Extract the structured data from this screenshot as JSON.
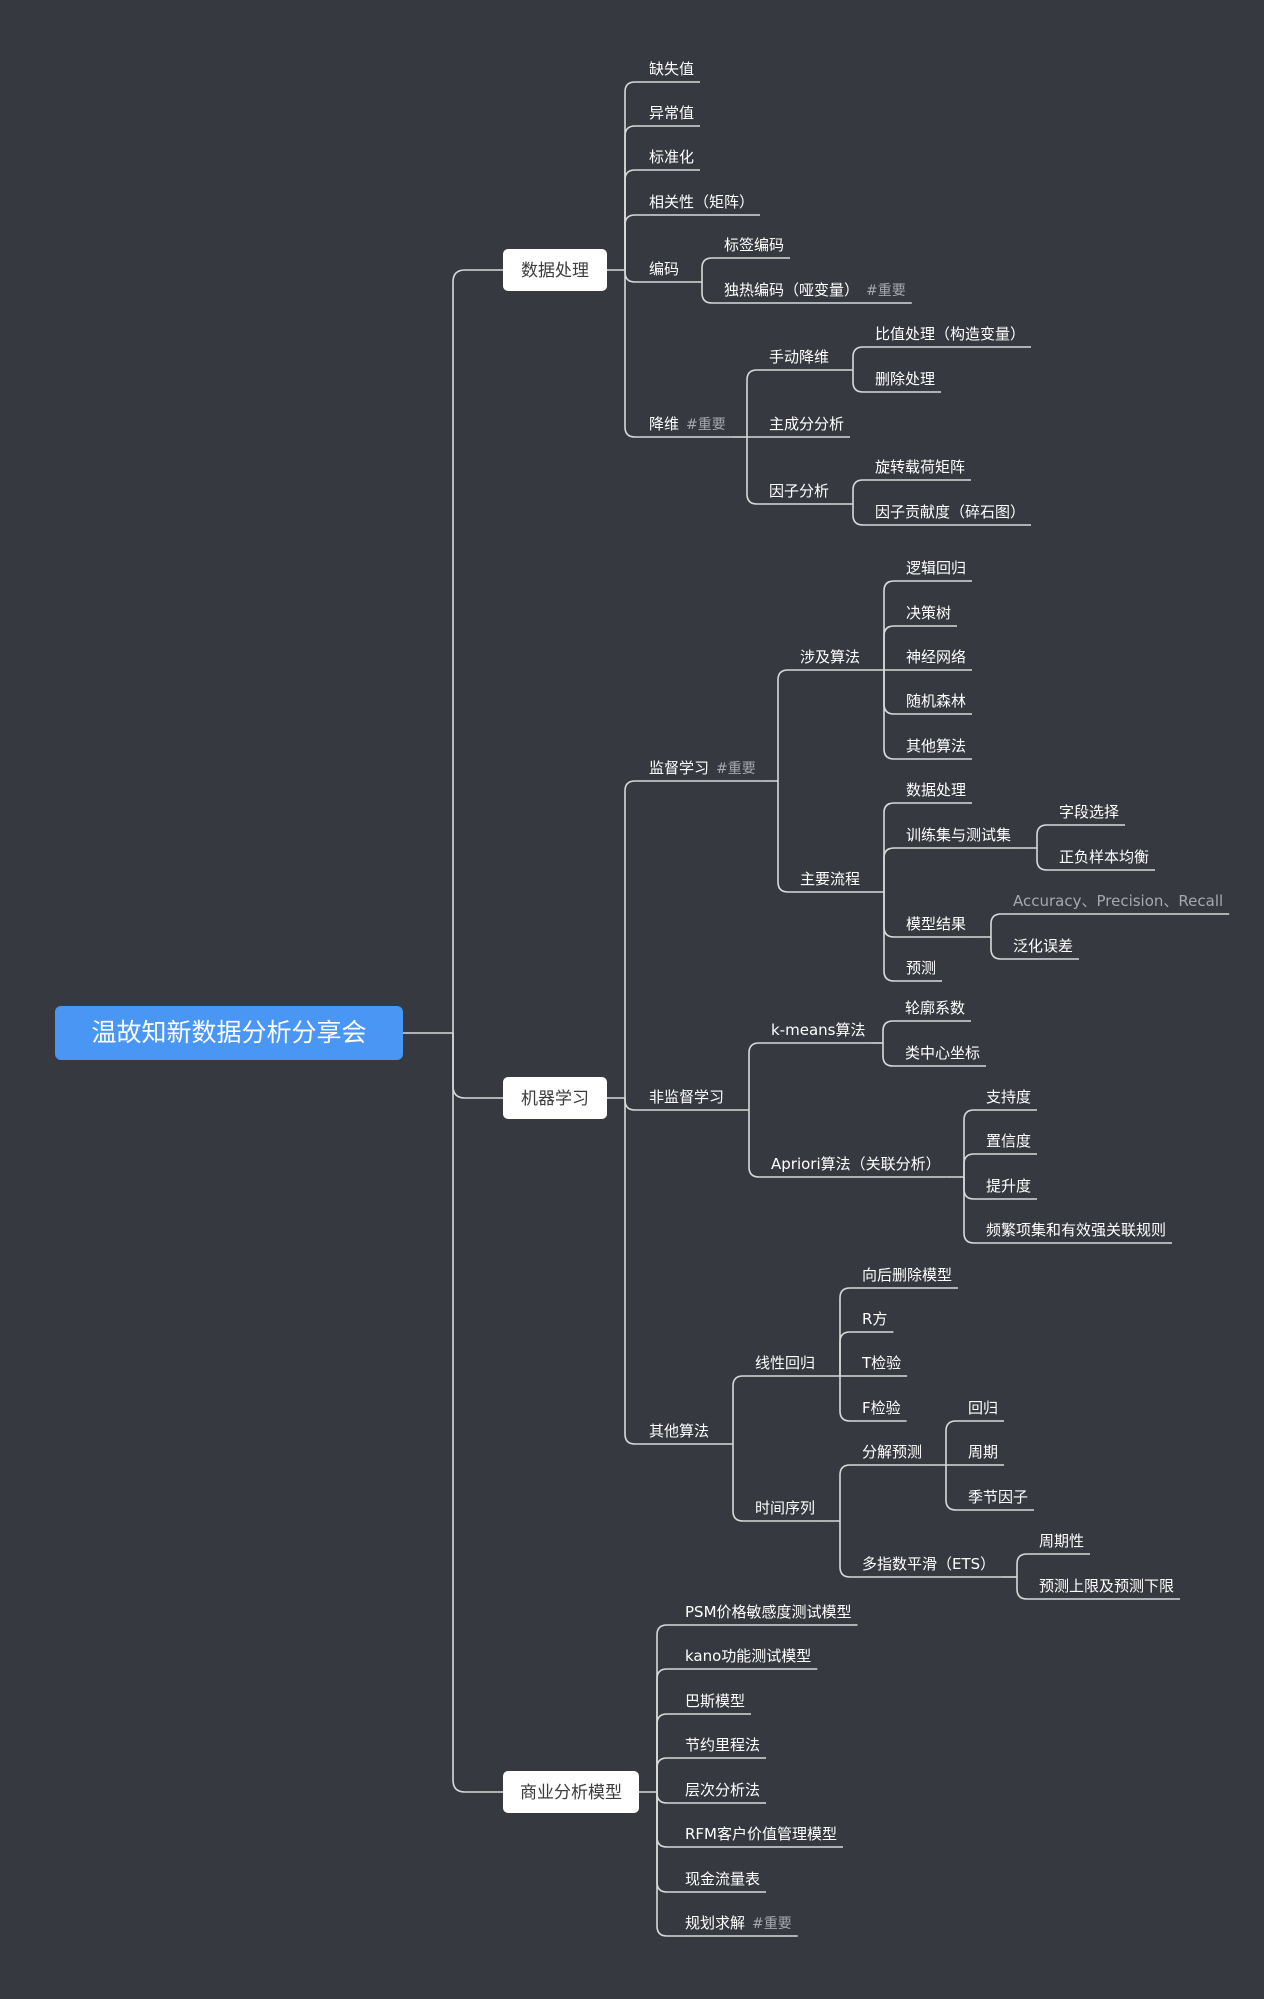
{
  "colors": {
    "background": "#36393f",
    "line": "#d9d9d9",
    "text": "#ffffff",
    "tag": "#a6a8ad",
    "root_fill": "#4a96f5",
    "box_fill": "#ffffff",
    "box_text": "#3c3c3c"
  },
  "mindmap": {
    "root": {
      "label": "温故知新数据分析分享会",
      "children": [
        {
          "label": "数据处理",
          "children": [
            {
              "label": "缺失值"
            },
            {
              "label": "异常值"
            },
            {
              "label": "标准化"
            },
            {
              "label": "相关性（矩阵）"
            },
            {
              "label": "编码",
              "children": [
                {
                  "label": "标签编码"
                },
                {
                  "label": "独热编码（哑变量）",
                  "tag": "#重要"
                }
              ]
            },
            {
              "label": "降维",
              "tag": "#重要",
              "children": [
                {
                  "label": "手动降维",
                  "children": [
                    {
                      "label": "比值处理（构造变量）"
                    },
                    {
                      "label": "删除处理"
                    }
                  ]
                },
                {
                  "label": "主成分分析"
                },
                {
                  "label": "因子分析",
                  "children": [
                    {
                      "label": "旋转载荷矩阵"
                    },
                    {
                      "label": "因子贡献度（碎石图）"
                    }
                  ]
                }
              ]
            }
          ]
        },
        {
          "label": "机器学习",
          "children": [
            {
              "label": "监督学习",
              "tag": "#重要",
              "children": [
                {
                  "label": "涉及算法",
                  "children": [
                    {
                      "label": "逻辑回归"
                    },
                    {
                      "label": "决策树"
                    },
                    {
                      "label": "神经网络"
                    },
                    {
                      "label": "随机森林"
                    },
                    {
                      "label": "其他算法"
                    }
                  ]
                },
                {
                  "label": "主要流程",
                  "children": [
                    {
                      "label": "数据处理"
                    },
                    {
                      "label": "训练集与测试集",
                      "children": [
                        {
                          "label": "字段选择"
                        },
                        {
                          "label": "正负样本均衡"
                        }
                      ]
                    },
                    {
                      "label": "模型结果",
                      "children": [
                        {
                          "label": "Accuracy、Precision、Recall",
                          "muted": true
                        },
                        {
                          "label": "泛化误差"
                        }
                      ]
                    },
                    {
                      "label": "预测"
                    }
                  ]
                }
              ]
            },
            {
              "label": "非监督学习",
              "children": [
                {
                  "label": "k-means算法",
                  "children": [
                    {
                      "label": "轮廓系数"
                    },
                    {
                      "label": "类中心坐标"
                    }
                  ]
                },
                {
                  "label": "Apriori算法（关联分析）",
                  "children": [
                    {
                      "label": "支持度"
                    },
                    {
                      "label": "置信度"
                    },
                    {
                      "label": "提升度"
                    },
                    {
                      "label": "频繁项集和有效强关联规则"
                    }
                  ]
                }
              ]
            },
            {
              "label": "其他算法",
              "children": [
                {
                  "label": "线性回归",
                  "children": [
                    {
                      "label": "向后删除模型"
                    },
                    {
                      "label": "R方"
                    },
                    {
                      "label": "T检验"
                    },
                    {
                      "label": "F检验"
                    }
                  ]
                },
                {
                  "label": "时间序列",
                  "children": [
                    {
                      "label": "分解预测",
                      "children": [
                        {
                          "label": "回归"
                        },
                        {
                          "label": "周期"
                        },
                        {
                          "label": "季节因子"
                        }
                      ]
                    },
                    {
                      "label": "多指数平滑（ETS）",
                      "children": [
                        {
                          "label": "周期性"
                        },
                        {
                          "label": "预测上限及预测下限"
                        }
                      ]
                    }
                  ]
                }
              ]
            }
          ]
        },
        {
          "label": "商业分析模型",
          "children": [
            {
              "label": "PSM价格敏感度测试模型"
            },
            {
              "label": "kano功能测试模型"
            },
            {
              "label": "巴斯模型"
            },
            {
              "label": "节约里程法"
            },
            {
              "label": "层次分析法"
            },
            {
              "label": "RFM客户价值管理模型"
            },
            {
              "label": "现金流量表"
            },
            {
              "label": "规划求解",
              "tag": "#重要"
            }
          ]
        }
      ]
    }
  }
}
